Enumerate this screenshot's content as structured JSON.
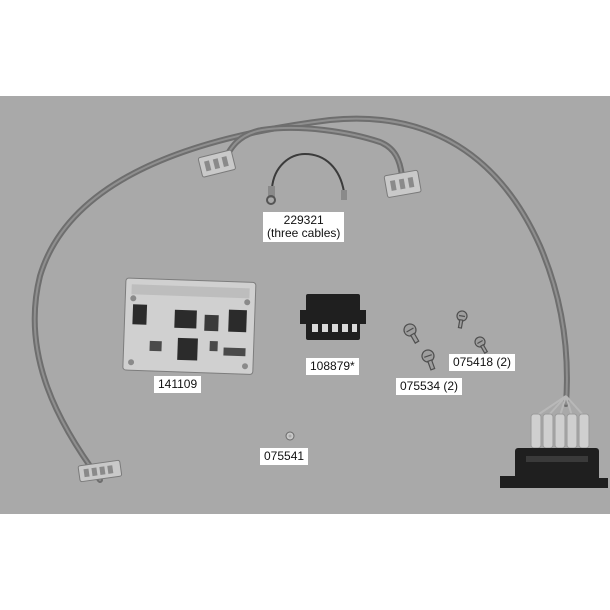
{
  "colors": {
    "background": "#a9a9a9",
    "page": "#ffffff",
    "cable": "#6e6e6e",
    "connector": "#c9c9c9",
    "board": "#d0d0d0",
    "black_part": "#1f1f1f",
    "label_bg": "#ffffff"
  },
  "labels": {
    "cable_part": {
      "number": "229321",
      "note": "(three cables)"
    },
    "board_part": {
      "number": "141109"
    },
    "terminal_block_part": {
      "number": "108879*"
    },
    "screw_a": {
      "number": "075418 (2)"
    },
    "screw_b": {
      "number": "075534 (2)"
    },
    "washer_part": {
      "number": "075541"
    }
  },
  "icons": [
    "ribbon-cable-harness",
    "ground-wire",
    "circuit-board",
    "terminal-block-connector",
    "screw",
    "washer"
  ]
}
